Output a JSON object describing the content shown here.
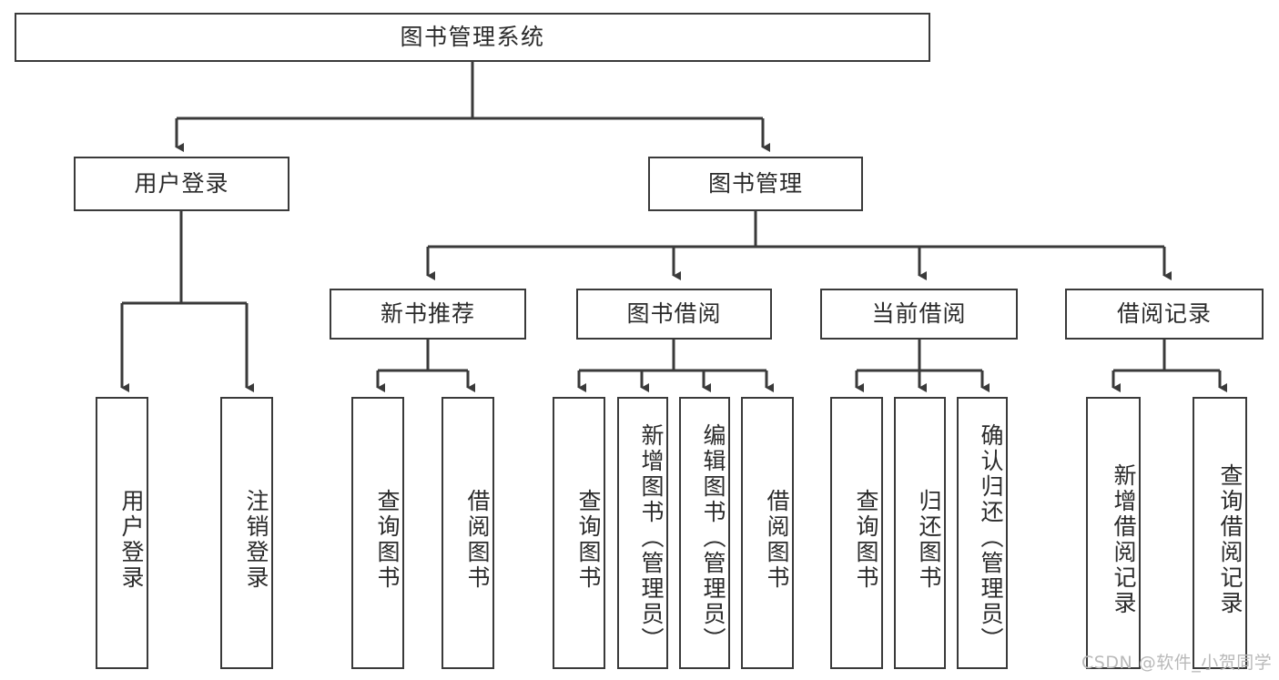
{
  "diagram": {
    "title": "图书管理系统",
    "type": "tree-hierarchy-chart",
    "root": {
      "label": "图书管理系统"
    },
    "level2": [
      {
        "label": "用户登录"
      },
      {
        "label": "图书管理"
      }
    ],
    "level3": [
      {
        "label": "新书推荐"
      },
      {
        "label": "图书借阅"
      },
      {
        "label": "当前借阅"
      },
      {
        "label": "借阅记录"
      }
    ],
    "leaves": {
      "user_login": [
        {
          "label": "用户登录"
        },
        {
          "label": "注销登录"
        }
      ],
      "new_book": [
        {
          "label": "查询图书"
        },
        {
          "label": "借阅图书"
        }
      ],
      "book_borrow": [
        {
          "label": "查询图书"
        },
        {
          "label": "新增图书（管理员）"
        },
        {
          "label": "编辑图书（管理员）"
        },
        {
          "label": "借阅图书"
        }
      ],
      "current_borrow": [
        {
          "label": "查询图书"
        },
        {
          "label": "归还图书"
        },
        {
          "label": "确认归还（管理员）"
        }
      ],
      "borrow_record": [
        {
          "label": "新增借阅记录"
        },
        {
          "label": "查询借阅记录"
        }
      ]
    }
  },
  "watermark": {
    "text": "CSDN @软件_小贺同学"
  },
  "colors": {
    "border": "#3a3a3a",
    "text": "#2b2b2b",
    "background": "#ffffff",
    "watermark": "#b9b9b9"
  }
}
